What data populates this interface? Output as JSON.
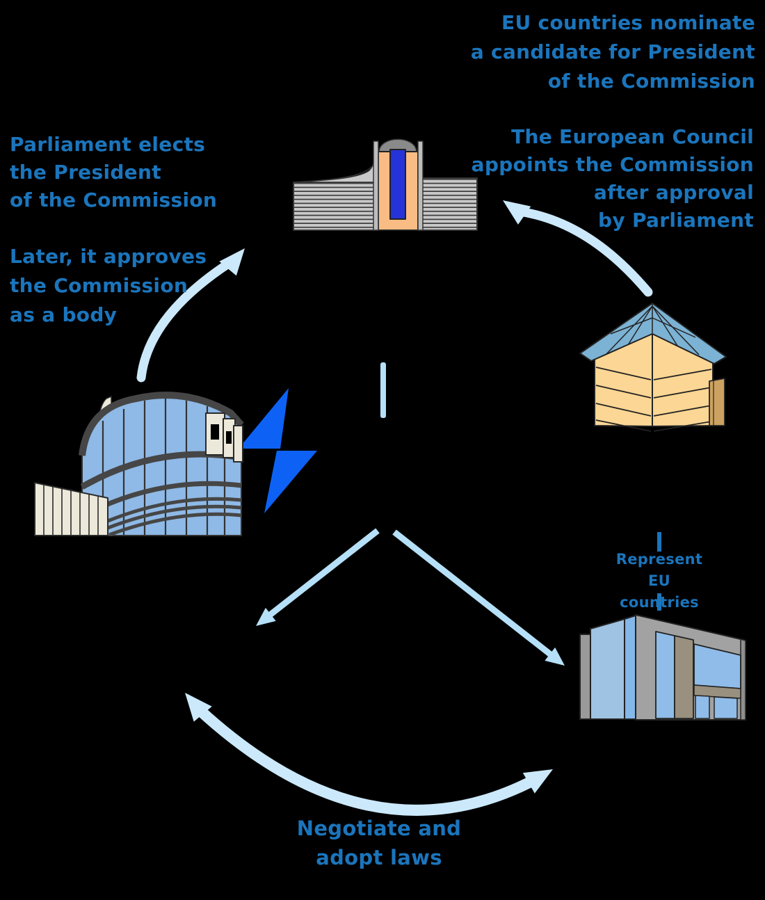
{
  "colors": {
    "background": "#000000",
    "text_blue": "#1b75bc",
    "arrow_light": "#cbe9fb",
    "arrow_mid": "#b5e0f7",
    "bolt_blue": "#0d62f5",
    "commission_orange": "#f9bc84",
    "window_blue": "#2633d9",
    "stripe_gray": "#c9c9c9",
    "house_wall": "#fbd694",
    "house_roof": "#7cb2d3",
    "house_column": "#cda261",
    "parliament_glass": "#8fb9e6",
    "parliament_beige": "#ece9da",
    "box_window": "#8fbce9",
    "slab_blue": "#9fc3e2",
    "slab_bright": "#84b7ea"
  },
  "labels": {
    "nominate": "EU countries nominate\na candidate for President\nof the Commission",
    "council_appoints": "The European Council\nappoints the Commission\nafter approval\nby Parliament",
    "parliament_elects": "Parliament elects\nthe President\nof the Commission",
    "later_approves": "Later, it approves\nthe Commission\nas a body",
    "represent": "Represent\nEU countries",
    "negotiate": "Negotiate and\nadopt laws"
  }
}
